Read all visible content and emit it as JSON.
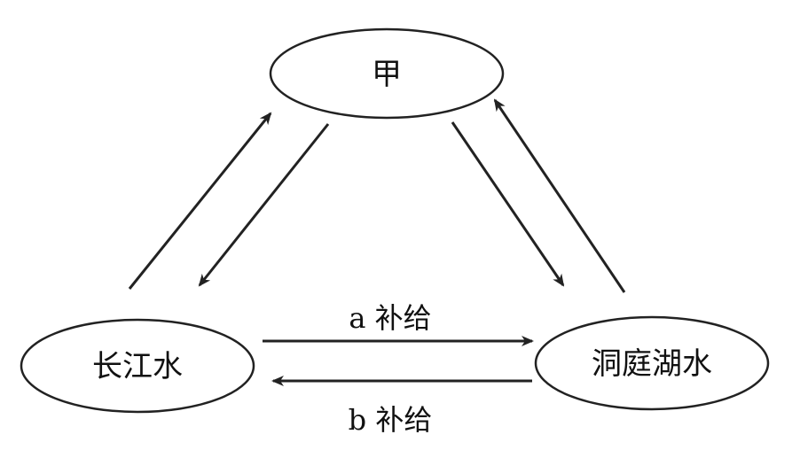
{
  "nodes": {
    "top": {
      "label": "甲"
    },
    "left": {
      "label": "长江水"
    },
    "right": {
      "label": "洞庭湖水"
    }
  },
  "edges": {
    "a": {
      "label": "a 补给"
    },
    "b": {
      "label": "b 补给"
    }
  },
  "colors": {
    "stroke": "#222222",
    "text": "#111111",
    "background": "#ffffff"
  }
}
